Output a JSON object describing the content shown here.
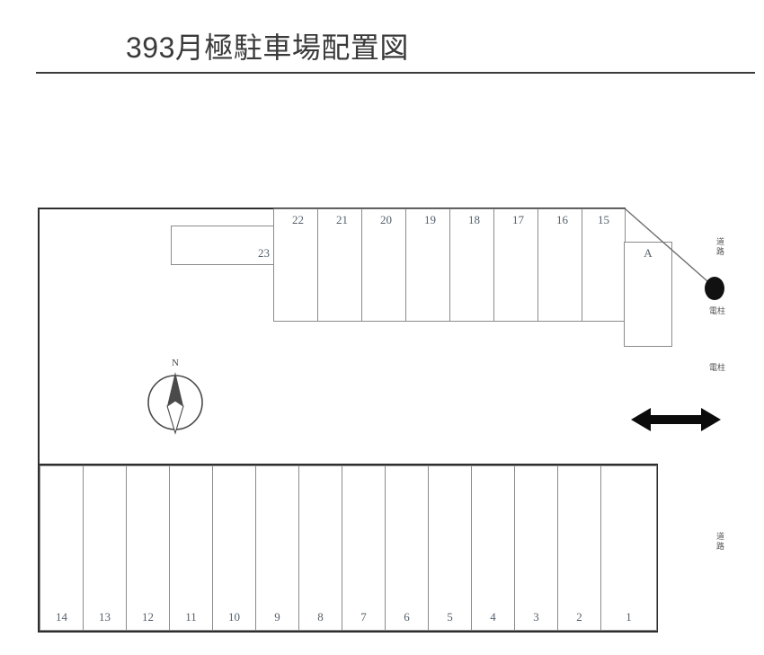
{
  "page": {
    "title": "393月極駐車場配置図"
  },
  "diagram": {
    "name": "parking-lot-layout",
    "top_row": {
      "stalls": [
        {
          "label": "22"
        },
        {
          "label": "21"
        },
        {
          "label": "20"
        },
        {
          "label": "19"
        },
        {
          "label": "18"
        },
        {
          "label": "17"
        },
        {
          "label": "16"
        },
        {
          "label": "15"
        }
      ]
    },
    "wide_stall": {
      "label": "23"
    },
    "corner_stall": {
      "label": "A"
    },
    "bottom_row": {
      "stalls": [
        {
          "label": "14"
        },
        {
          "label": "13"
        },
        {
          "label": "12"
        },
        {
          "label": "11"
        },
        {
          "label": "10"
        },
        {
          "label": "9"
        },
        {
          "label": "8"
        },
        {
          "label": "7"
        },
        {
          "label": "6"
        },
        {
          "label": "5"
        },
        {
          "label": "4"
        },
        {
          "label": "3"
        },
        {
          "label": "2"
        },
        {
          "label": "1"
        }
      ]
    },
    "annotations": {
      "road_upper": "道路",
      "road_lower": "道路",
      "pole_upper": "電柱",
      "pole_lower": "電柱",
      "compass_north": "N"
    }
  },
  "colors": {
    "outline": "#2e2e2e",
    "stall_border": "#8b8b8b",
    "label_text": "#55606b",
    "annotation_text": "#555555",
    "pole_fill": "#111111"
  }
}
